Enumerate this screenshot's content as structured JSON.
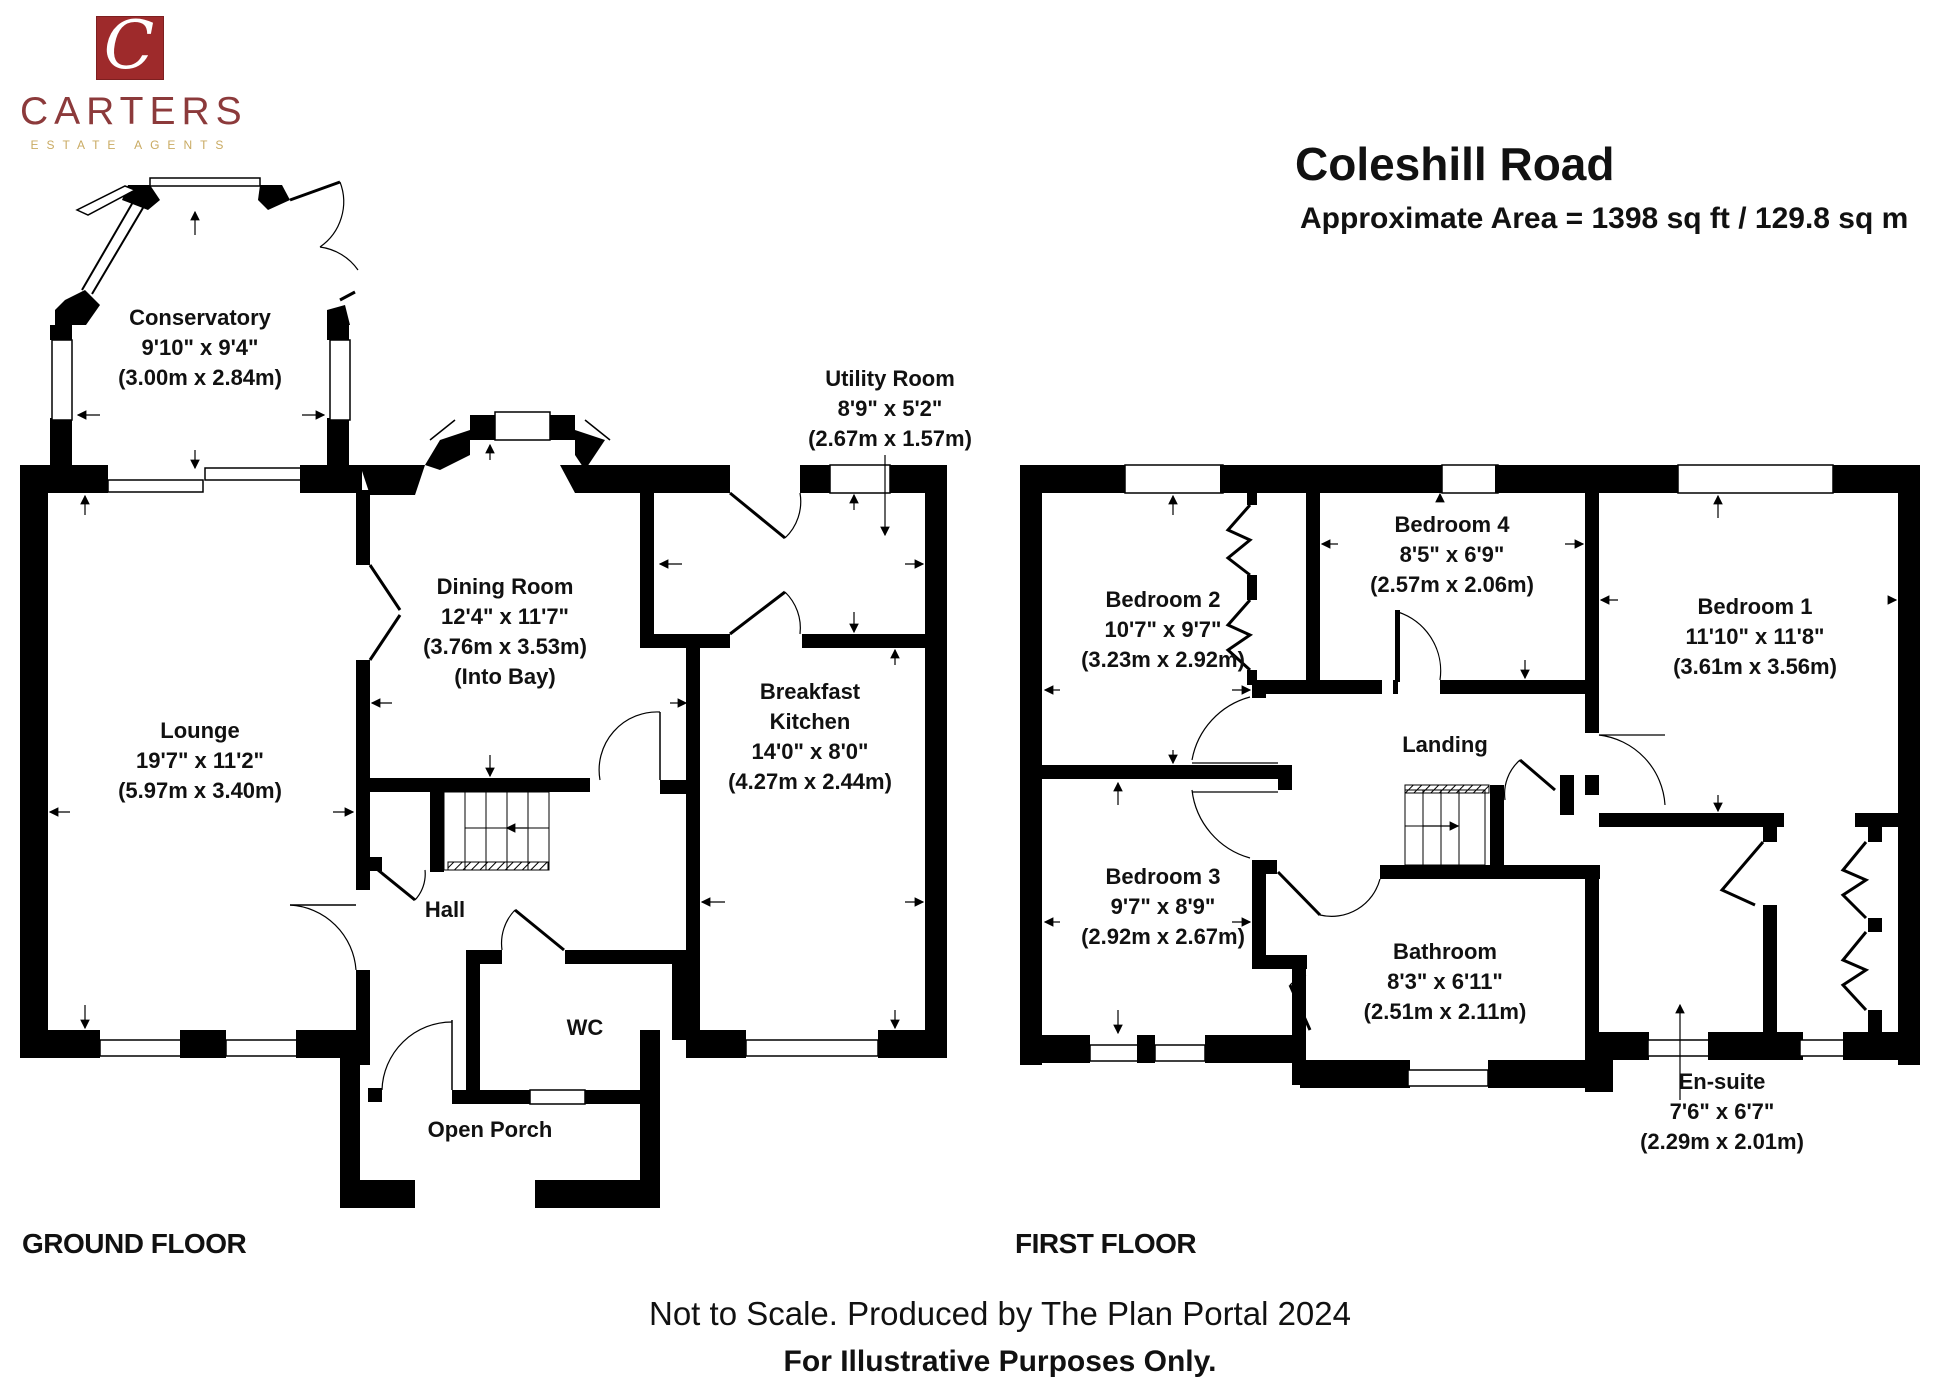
{
  "branding": {
    "logo_letter": "C",
    "name": "CARTERS",
    "tagline": "ESTATE AGENTS",
    "logo_color": "#9e2a2b",
    "name_color": "#8c3a3b",
    "tagline_color": "#c9aa62"
  },
  "header": {
    "title": "Coleshill Road",
    "area": "Approximate Area = 1398 sq ft / 129.8 sq m"
  },
  "floors": [
    {
      "label": "GROUND FLOOR",
      "rooms": [
        {
          "name": "Conservatory",
          "imperial": "9'10\" x 9'4\"",
          "metric": "(3.00m x 2.84m)",
          "note": ""
        },
        {
          "name": "Lounge",
          "imperial": "19'7\" x 11'2\"",
          "metric": "(5.97m x 3.40m)",
          "note": ""
        },
        {
          "name": "Dining Room",
          "imperial": "12'4\" x 11'7\"",
          "metric": "(3.76m x 3.53m)",
          "note": "(Into Bay)"
        },
        {
          "name": "Utility Room",
          "imperial": "8'9\" x 5'2\"",
          "metric": "(2.67m x 1.57m)",
          "note": ""
        },
        {
          "name": "Breakfast Kitchen",
          "imperial": "14'0\" x 8'0\"",
          "metric": "(4.27m x 2.44m)",
          "note": ""
        },
        {
          "name": "Hall",
          "imperial": "",
          "metric": "",
          "note": ""
        },
        {
          "name": "WC",
          "imperial": "",
          "metric": "",
          "note": ""
        },
        {
          "name": "Open Porch",
          "imperial": "",
          "metric": "",
          "note": ""
        }
      ]
    },
    {
      "label": "FIRST FLOOR",
      "rooms": [
        {
          "name": "Bedroom 2",
          "imperial": "10'7\" x 9'7\"",
          "metric": "(3.23m x 2.92m)",
          "note": ""
        },
        {
          "name": "Bedroom 4",
          "imperial": "8'5\" x 6'9\"",
          "metric": "(2.57m x 2.06m)",
          "note": ""
        },
        {
          "name": "Bedroom 1",
          "imperial": "11'10\" x 11'8\"",
          "metric": "(3.61m x 3.56m)",
          "note": ""
        },
        {
          "name": "Landing",
          "imperial": "",
          "metric": "",
          "note": ""
        },
        {
          "name": "Bedroom 3",
          "imperial": "9'7\" x 8'9\"",
          "metric": "(2.92m x 2.67m)",
          "note": ""
        },
        {
          "name": "Bathroom",
          "imperial": "8'3\" x 6'11\"",
          "metric": "(2.51m x 2.11m)",
          "note": ""
        },
        {
          "name": "En-suite",
          "imperial": "7'6\" x 6'7\"",
          "metric": "(2.29m x 2.01m)",
          "note": ""
        }
      ]
    }
  ],
  "footer": {
    "disclaimer": "Not to Scale. Produced by The Plan Portal 2024",
    "purpose": "For Illustrative Purposes Only."
  },
  "colors": {
    "wall": "#000000",
    "background": "#ffffff"
  }
}
